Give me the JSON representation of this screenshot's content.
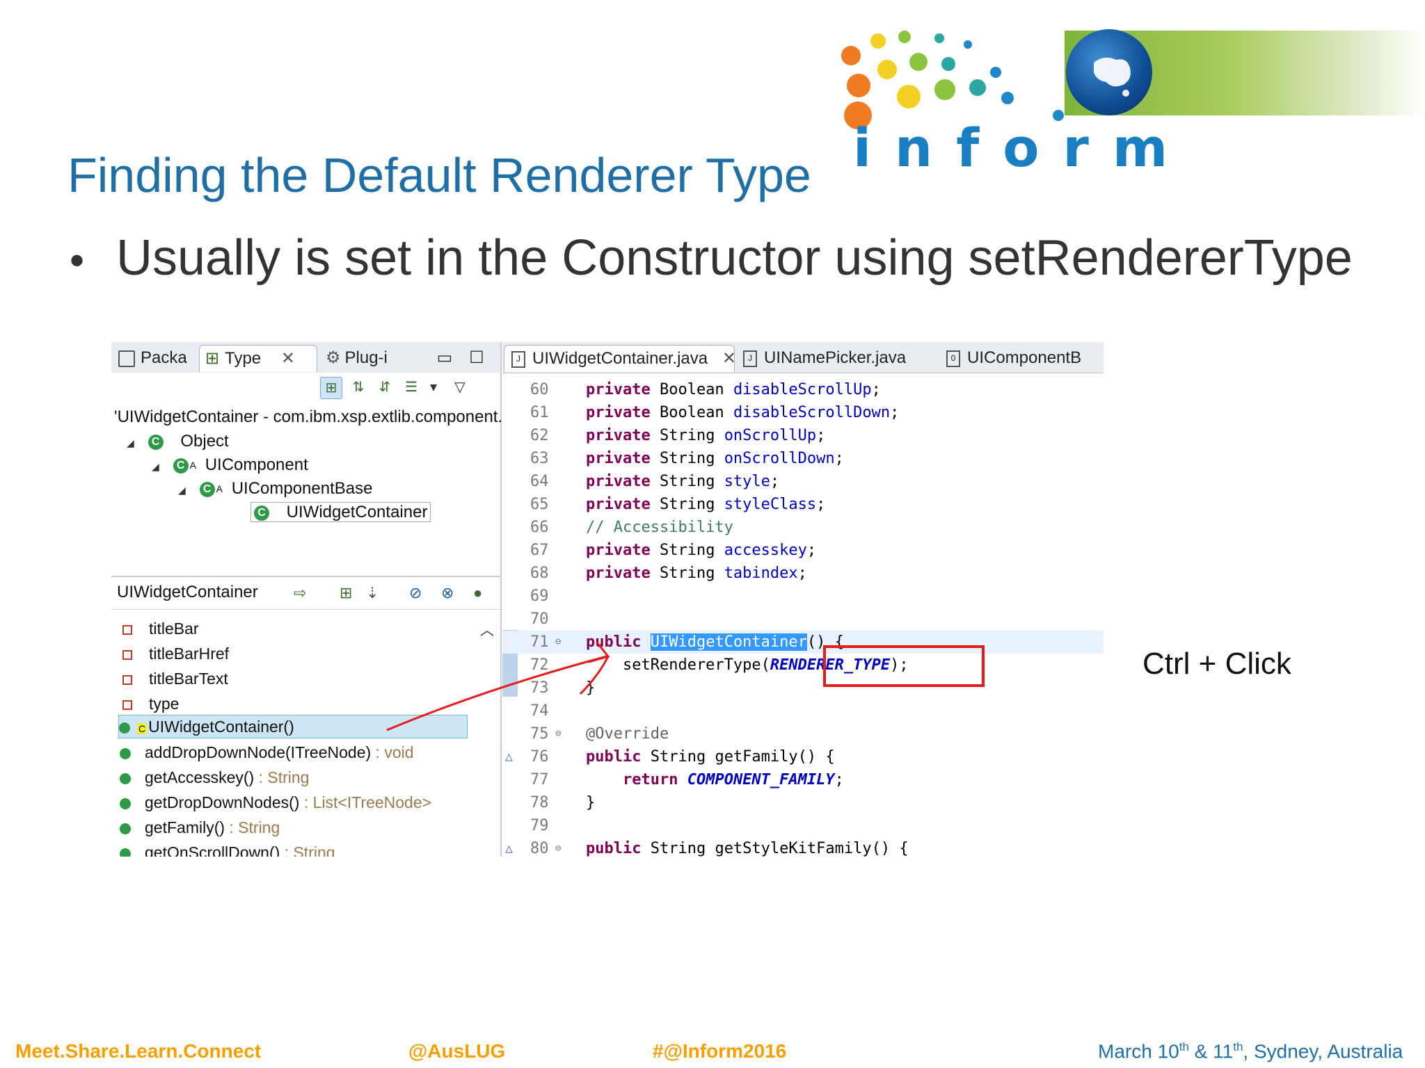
{
  "slide": {
    "title": "Finding the Default Renderer Type",
    "bullet": "Usually is set in the Constructor using setRendererType",
    "annotation": "Ctrl + Click"
  },
  "logo": {
    "word": "inform"
  },
  "left_pane": {
    "tabs": [
      {
        "label": "Packa"
      },
      {
        "label": "Type"
      },
      {
        "label": "Plug-i"
      }
    ],
    "hierarchy_header": "'UIWidgetContainer - com.ibm.xsp.extlib.component.c",
    "tree": [
      {
        "label": "Object"
      },
      {
        "label": "UIComponent"
      },
      {
        "label": "UIComponentBase"
      },
      {
        "label": "UIWidgetContainer"
      }
    ],
    "members_title": "UIWidgetContainer",
    "members": [
      {
        "name": "titleBar",
        "kind": "field"
      },
      {
        "name": "titleBarHref",
        "kind": "field"
      },
      {
        "name": "titleBarText",
        "kind": "field"
      },
      {
        "name": "type",
        "kind": "field"
      },
      {
        "name": "UIWidgetContainer()",
        "kind": "constructor",
        "ret": ""
      },
      {
        "name": "addDropDownNode(ITreeNode)",
        "kind": "method",
        "ret": " : void"
      },
      {
        "name": "getAccesskey()",
        "kind": "method",
        "ret": " : String"
      },
      {
        "name": "getDropDownNodes()",
        "kind": "method",
        "ret": " : List<ITreeNode>"
      },
      {
        "name": "getFamily()",
        "kind": "method",
        "ret": " : String"
      },
      {
        "name": "getOnScrollDown()",
        "kind": "method",
        "ret": " : String"
      }
    ]
  },
  "editor": {
    "tabs": [
      {
        "label": "UIWidgetContainer.java"
      },
      {
        "label": "UINamePicker.java"
      },
      {
        "label": "UIComponentB"
      }
    ],
    "lines": [
      {
        "n": "60"
      },
      {
        "n": "61"
      },
      {
        "n": "62"
      },
      {
        "n": "63"
      },
      {
        "n": "64"
      },
      {
        "n": "65"
      },
      {
        "n": "66"
      },
      {
        "n": "67"
      },
      {
        "n": "68"
      },
      {
        "n": "69"
      },
      {
        "n": "70"
      },
      {
        "n": "71"
      },
      {
        "n": "72"
      },
      {
        "n": "73"
      },
      {
        "n": "74"
      },
      {
        "n": "75"
      },
      {
        "n": "76"
      },
      {
        "n": "77"
      },
      {
        "n": "78"
      },
      {
        "n": "79"
      },
      {
        "n": "80"
      }
    ]
  },
  "footer": {
    "tagline": "Meet.Share.Learn.Connect",
    "twitter": "@AusLUG",
    "hashtag": "#@Inform2016",
    "date_a": "March 10",
    "sup_a": "th",
    "date_b": " & 11",
    "sup_b": "th",
    "date_c": ", Sydney, Australia"
  },
  "colors": {
    "title": "#1f6fa6",
    "footer_orange": "#f5a000",
    "highlight_box": "#e41b1b"
  }
}
